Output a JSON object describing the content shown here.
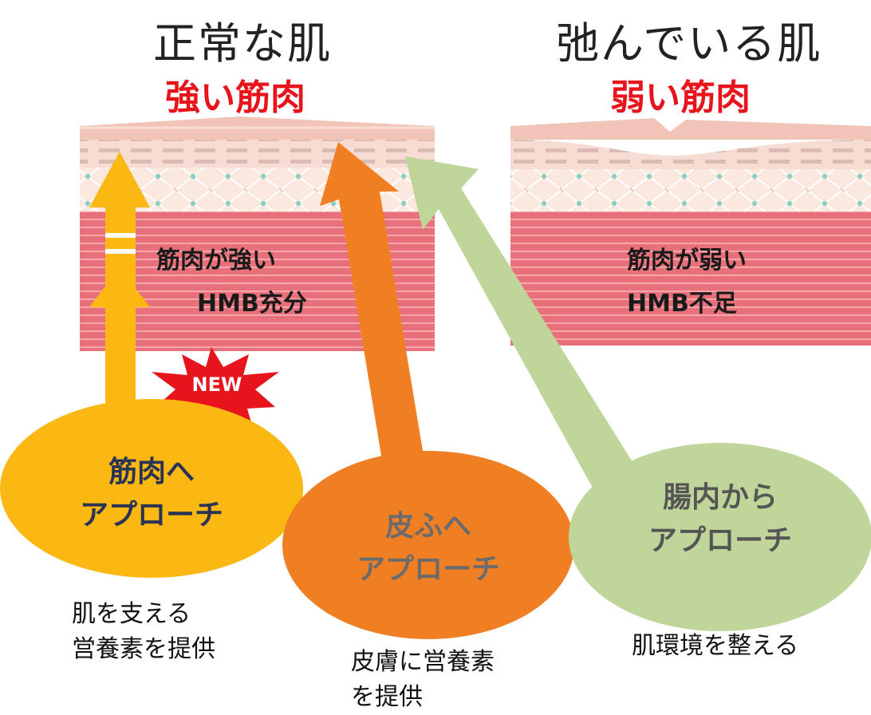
{
  "colors": {
    "strong_title": "#e8141b",
    "muscle_arrow": "#fbb813",
    "skin_arrow": "#f07f24",
    "gut_arrow": "#bfd599",
    "new_burst": "#e8141b"
  },
  "normal": {
    "title": "正常な肌",
    "subtitle": "強い筋肉",
    "muscle_line1": "筋肉が強い",
    "muscle_line2": "HMB充分"
  },
  "loose": {
    "title": "弛んでいる肌",
    "subtitle": "弱い筋肉",
    "muscle_line1": "筋肉が弱い",
    "muscle_line2": "HMB不足"
  },
  "new_badge": "NEW",
  "approaches": [
    {
      "line1": "筋肉へ",
      "line2": "アプローチ",
      "caption_line1": "肌を支える",
      "caption_line2": "営養素を提供"
    },
    {
      "line1": "皮ふへ",
      "line2": "アプローチ",
      "caption_line1": "皮膚に営養素",
      "caption_line2": "を提供"
    },
    {
      "line1": "腸内から",
      "line2": "アプローチ",
      "caption_line1": "肌環境を整える",
      "caption_line2": ""
    }
  ]
}
